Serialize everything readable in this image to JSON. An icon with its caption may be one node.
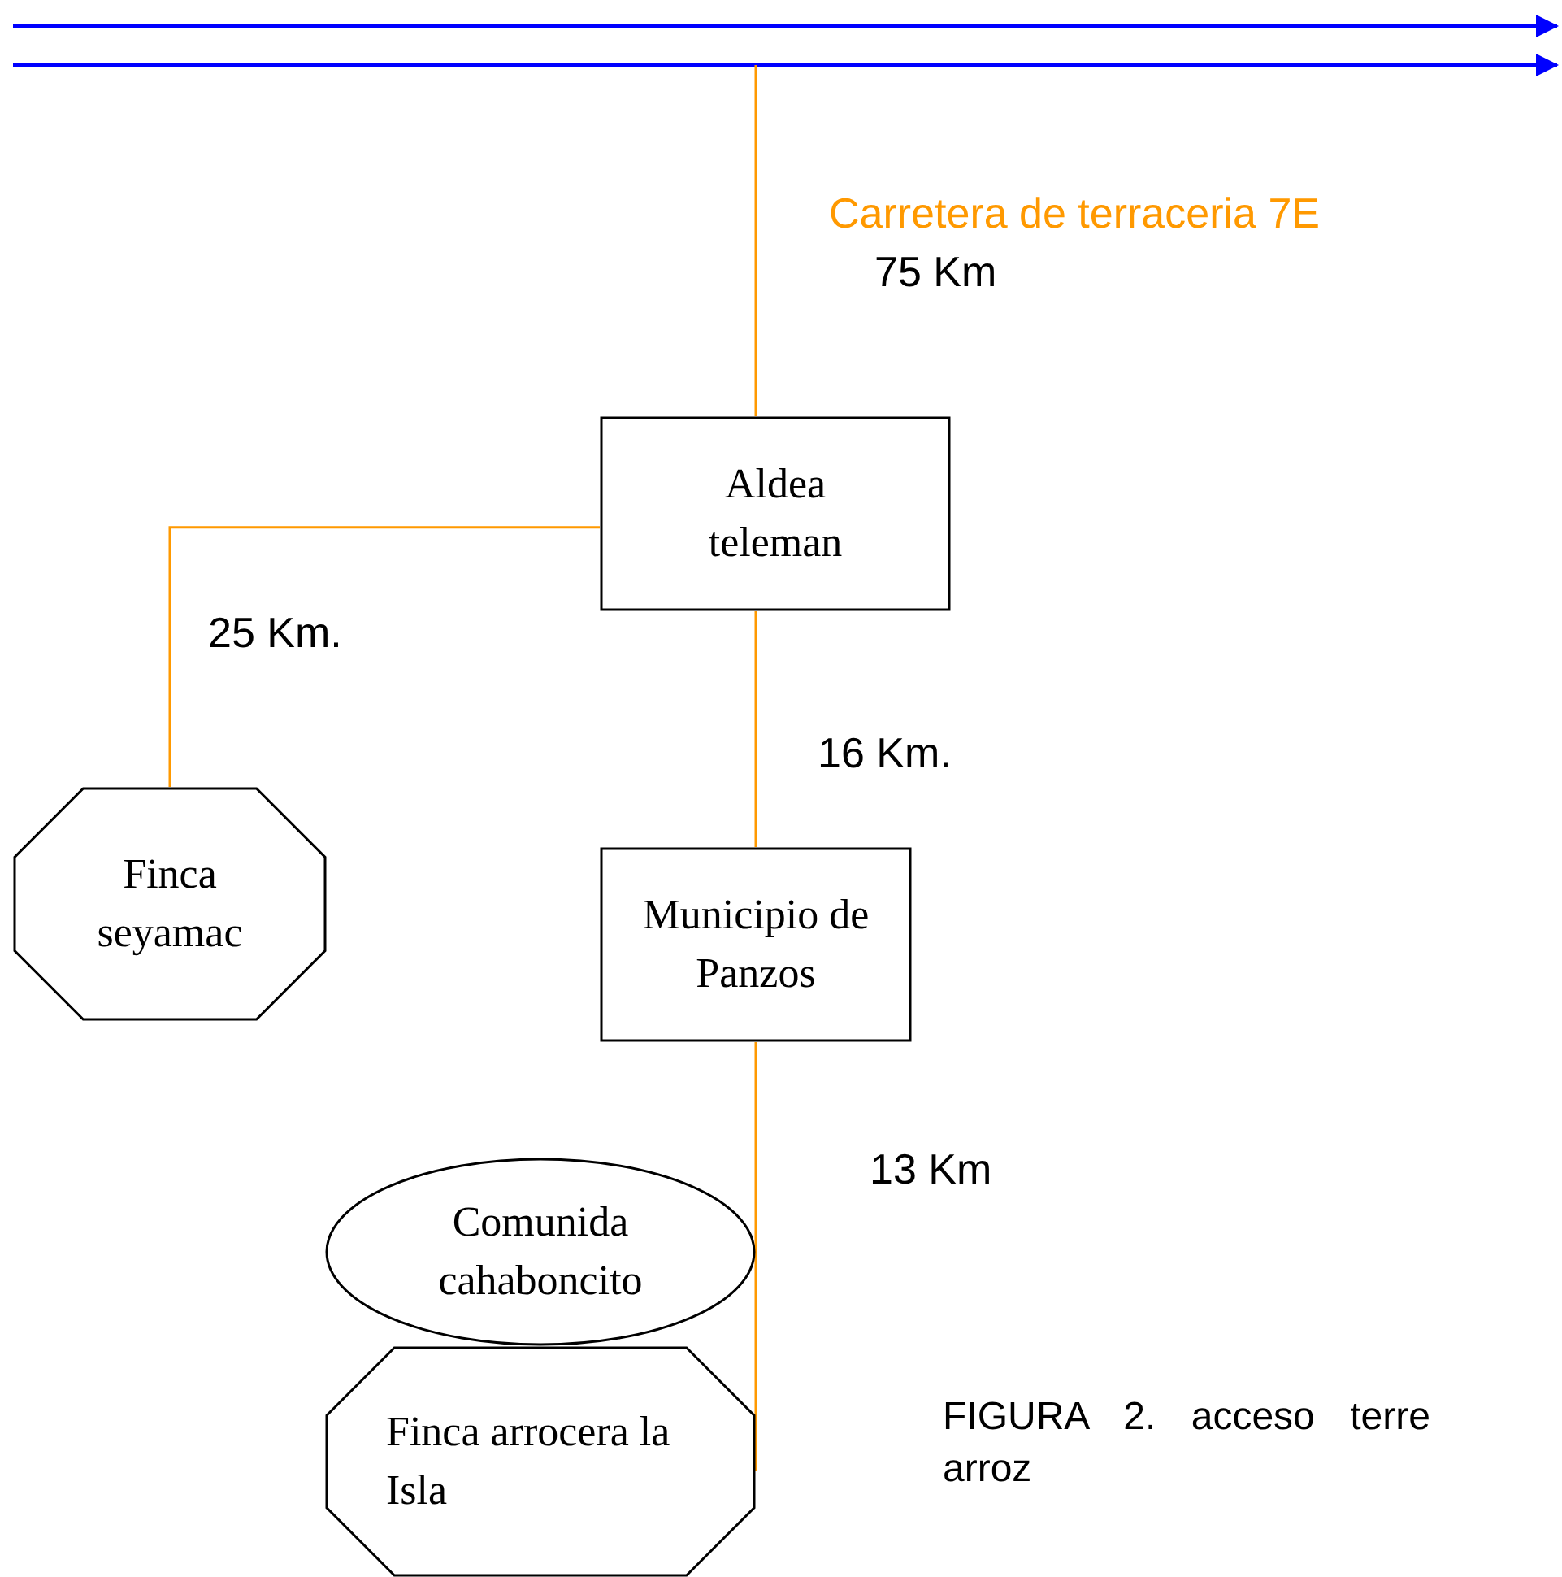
{
  "diagram": {
    "caption": "FIGURA 2. acceso terre arroz",
    "nodes": [
      {
        "text": [
          "Aldea teleman"
        ]
      },
      {
        "text": [
          "Finca seyamac"
        ]
      },
      {
        "text": [
          "Municipio de Panzos"
        ]
      },
      {
        "text": [
          "Comunida cahaboncito"
        ]
      },
      {
        "text": [
          "Finca arrocera la Isla"
        ]
      }
    ],
    "edges": [
      {
        "from": null,
        "to": 0,
        "arrow": "none",
        "label": "Carretera de terraceria 7E",
        "color": "#ff9900"
      },
      {
        "from": 0,
        "to": 1,
        "arrow": "none",
        "label": "25 Km."
      },
      {
        "from": 0,
        "to": 2,
        "arrow": "none",
        "label": "16 Km."
      },
      {
        "from": 2,
        "to": 4,
        "arrow": "none",
        "label": "13 Km"
      }
    ],
    "labels": [
      "75 Km"
    ]
  }
}
